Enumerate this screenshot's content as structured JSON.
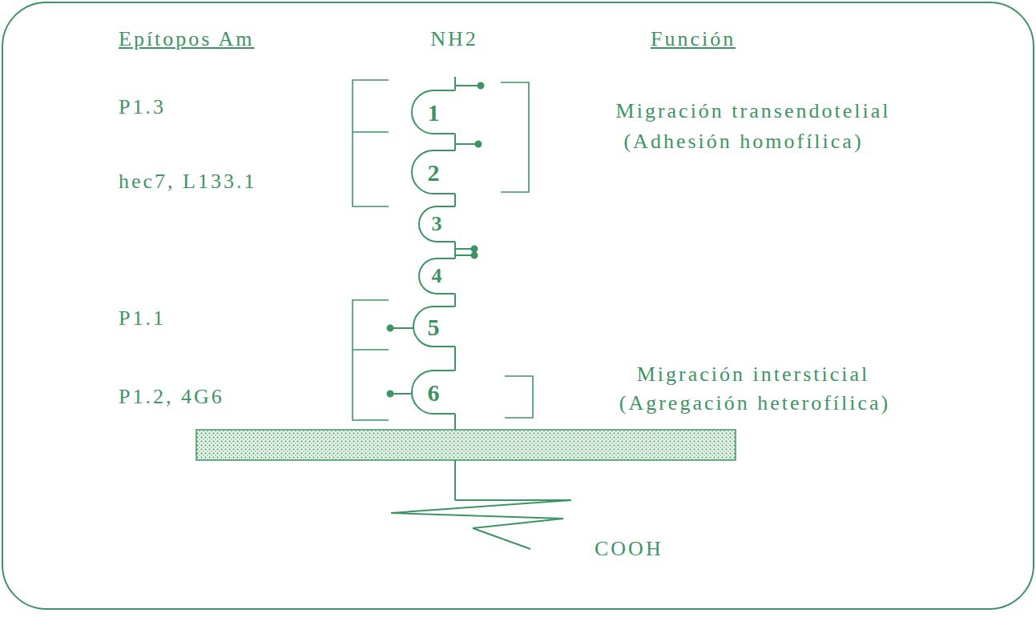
{
  "diagram": {
    "nodes": [
      {
        "text": [
          "1"
        ]
      },
      {
        "text": [
          "2"
        ]
      },
      {
        "text": [
          "3"
        ]
      },
      {
        "text": [
          "4"
        ]
      },
      {
        "text": [
          "5"
        ]
      },
      {
        "text": [
          "6"
        ]
      }
    ],
    "edges": [
      {
        "from": 0,
        "to": 1,
        "arrow": "none"
      },
      {
        "from": 1,
        "to": 2,
        "arrow": "none"
      },
      {
        "from": 2,
        "to": 3,
        "arrow": "none"
      },
      {
        "from": 3,
        "to": 4,
        "arrow": "none"
      },
      {
        "from": 4,
        "to": 5,
        "arrow": "none"
      }
    ],
    "labels": [
      "Epítopos Am",
      "NH2",
      "Función",
      "P1.3",
      "Migración transendotelial",
      "(Adhesión homofílica)",
      "hec7, L133.1",
      "P1.1",
      "P1.2, 4G6",
      "Migración intersticial",
      "(Agregación heterofílica)",
      "COOH"
    ]
  }
}
